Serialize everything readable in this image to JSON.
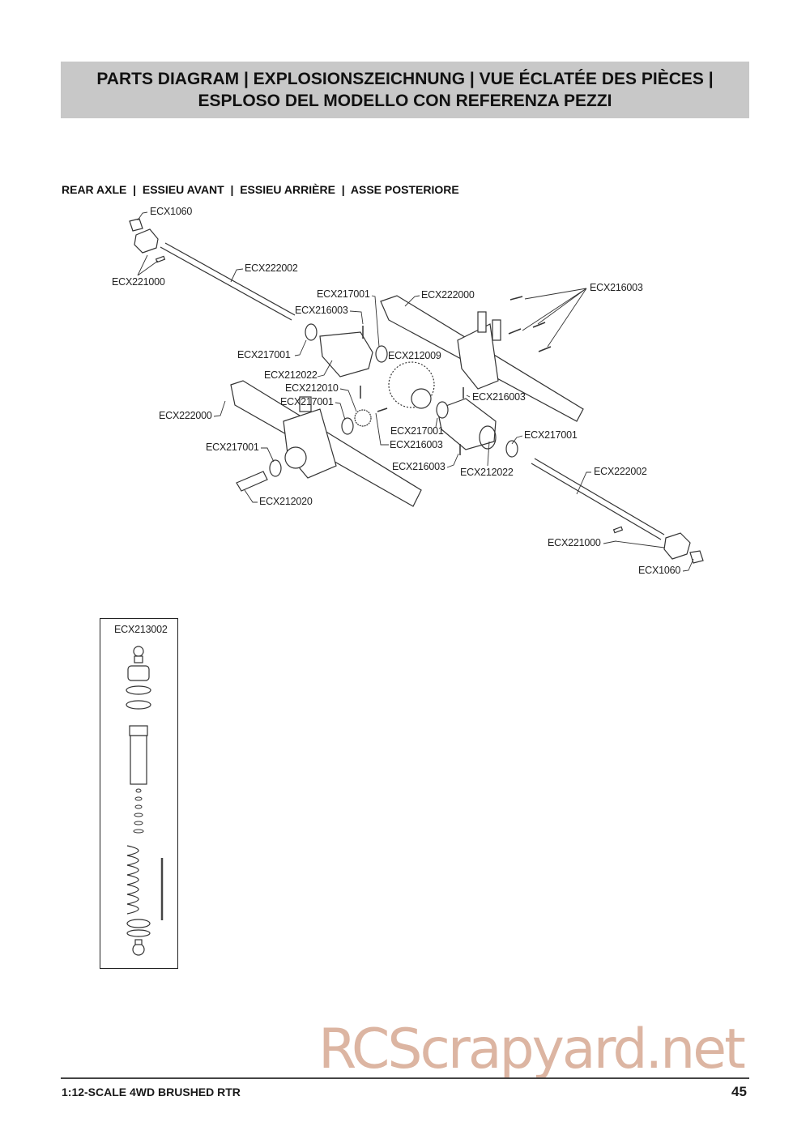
{
  "header": {
    "line1": "PARTS DIAGRAM | EXPLOSIONSZEICHNUNG | VUE ÉCLATÉE DES PIÈCES |",
    "line2": "ESPLOSO DEL MODELLO CON REFERENZA PEZZI"
  },
  "section_title": "REAR AXLE  |  ESSIEU AVANT  |  ESSIEU ARRIÈRE  |  ASSE POSTERIORE",
  "axle_labels": [
    "ECX1060",
    "ECX221000",
    "ECX222002",
    "ECX217001",
    "ECX222000",
    "ECX216003",
    "ECX216003",
    "ECX217001",
    "ECX212009",
    "ECX212022",
    "ECX212010",
    "ECX217001",
    "ECX216003",
    "ECX222000",
    "ECX217001",
    "ECX216003",
    "ECX217001",
    "ECX217001",
    "ECX216003",
    "ECX212022",
    "ECX222002",
    "ECX212020",
    "ECX221000",
    "ECX1060"
  ],
  "shock_label": "ECX213002",
  "watermark": "RCScrapyard.net",
  "footer": {
    "model": "1:12-SCALE 4WD BRUSHED RTR",
    "page": "45"
  }
}
